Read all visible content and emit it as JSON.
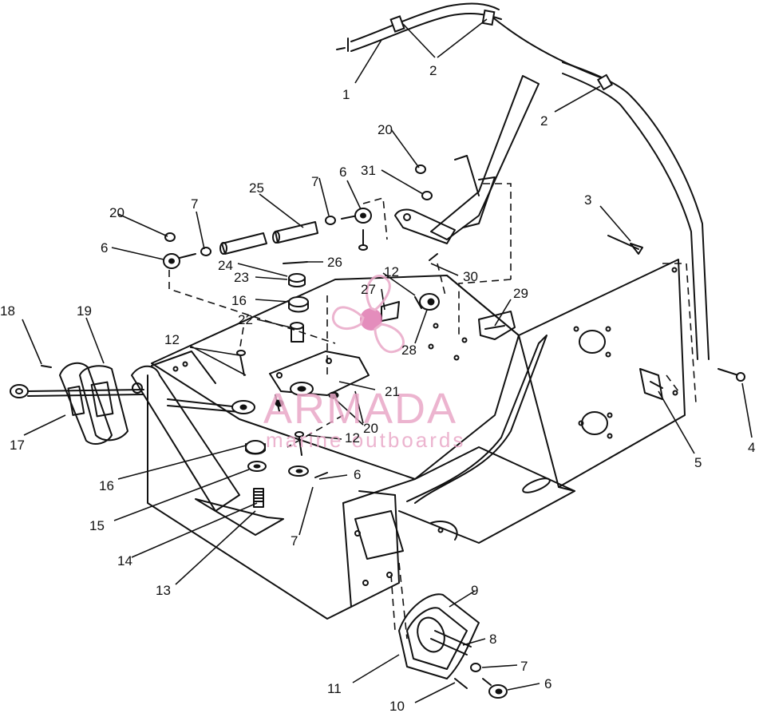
{
  "callouts": [
    {
      "id": "c1",
      "text": "1"
    },
    {
      "id": "c2a",
      "text": "2"
    },
    {
      "id": "c2b",
      "text": "2"
    },
    {
      "id": "c3",
      "text": "3"
    },
    {
      "id": "c4",
      "text": "4"
    },
    {
      "id": "c5",
      "text": "5"
    },
    {
      "id": "c6a",
      "text": "6"
    },
    {
      "id": "c6b",
      "text": "6"
    },
    {
      "id": "c6c",
      "text": "6"
    },
    {
      "id": "c6d",
      "text": "6"
    },
    {
      "id": "c7a",
      "text": "7"
    },
    {
      "id": "c7b",
      "text": "7"
    },
    {
      "id": "c7c",
      "text": "7"
    },
    {
      "id": "c7d",
      "text": "7"
    },
    {
      "id": "c8",
      "text": "8"
    },
    {
      "id": "c9",
      "text": "9"
    },
    {
      "id": "c10",
      "text": "10"
    },
    {
      "id": "c11",
      "text": "11"
    },
    {
      "id": "c12a",
      "text": "12"
    },
    {
      "id": "c12b",
      "text": "12"
    },
    {
      "id": "c12c",
      "text": "12"
    },
    {
      "id": "c13",
      "text": "13"
    },
    {
      "id": "c14",
      "text": "14"
    },
    {
      "id": "c15",
      "text": "15"
    },
    {
      "id": "c16a",
      "text": "16"
    },
    {
      "id": "c16b",
      "text": "16"
    },
    {
      "id": "c17",
      "text": "17"
    },
    {
      "id": "c18",
      "text": "18"
    },
    {
      "id": "c19",
      "text": "19"
    },
    {
      "id": "c20a",
      "text": "20"
    },
    {
      "id": "c20b",
      "text": "20"
    },
    {
      "id": "c20c",
      "text": "20"
    },
    {
      "id": "c21",
      "text": "21"
    },
    {
      "id": "c22",
      "text": "22"
    },
    {
      "id": "c23",
      "text": "23"
    },
    {
      "id": "c24",
      "text": "24"
    },
    {
      "id": "c25",
      "text": "25"
    },
    {
      "id": "c26",
      "text": "26"
    },
    {
      "id": "c27",
      "text": "27"
    },
    {
      "id": "c28",
      "text": "28"
    },
    {
      "id": "c29",
      "text": "29"
    },
    {
      "id": "c30",
      "text": "30"
    },
    {
      "id": "c31",
      "text": "31"
    }
  ],
  "watermark": {
    "brand": "ARMADA",
    "tagline": "marine outboards",
    "color": "#e9a7c7",
    "icon": "propeller-icon"
  }
}
